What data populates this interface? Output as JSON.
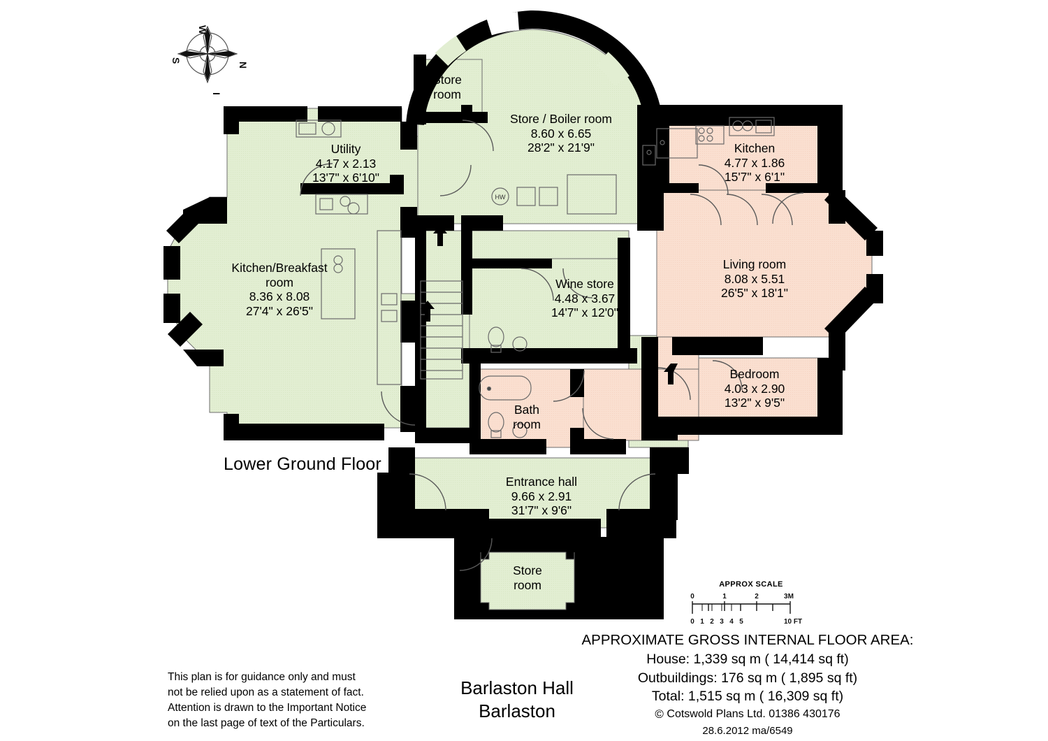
{
  "document": {
    "floor_title": "Lower Ground Floor",
    "property_name": "Barlaston Hall",
    "property_location": "Barlaston"
  },
  "compass": {
    "north": "N",
    "south": "S",
    "east": "E",
    "west": "W"
  },
  "colors": {
    "wall": "#000000",
    "room_fill_green": "#e2eed2",
    "room_fill_pink": "#fadfd0",
    "outline": "#4d4d4d",
    "text": "#000000"
  },
  "rooms": [
    {
      "id": "store-room-upper",
      "name": "Store",
      "name2": "room",
      "metric": "",
      "imperial": "",
      "fill": "green"
    },
    {
      "id": "store-boiler-room",
      "name": "Store / Boiler room",
      "metric": "8.60 x 6.65",
      "imperial": "28'2\" x 21'9\"",
      "fill": "green"
    },
    {
      "id": "utility",
      "name": "Utility",
      "metric": "4.17 x 2.13",
      "imperial": "13'7\" x 6'10\"",
      "fill": "green"
    },
    {
      "id": "kitchen-breakfast-room",
      "name": "Kitchen/Breakfast",
      "name2": "room",
      "metric": "8.36 x 8.08",
      "imperial": "27'4\" x 26'5\"",
      "fill": "green"
    },
    {
      "id": "wine-store",
      "name": "Wine store",
      "metric": "4.48 x 3.67",
      "imperial": "14'7\" x 12'0\"",
      "fill": "green"
    },
    {
      "id": "kitchen",
      "name": "Kitchen",
      "metric": "4.77 x 1.86",
      "imperial": "15'7\" x 6'1\"",
      "fill": "pink"
    },
    {
      "id": "living-room",
      "name": "Living room",
      "metric": "8.08 x 5.51",
      "imperial": "26'5\" x 18'1\"",
      "fill": "pink"
    },
    {
      "id": "bedroom",
      "name": "Bedroom",
      "metric": "4.03 x 2.90",
      "imperial": "13'2\" x 9'5\"",
      "fill": "pink"
    },
    {
      "id": "bath-room",
      "name": "Bath",
      "name2": "room",
      "metric": "",
      "imperial": "",
      "fill": "pink"
    },
    {
      "id": "entrance-hall",
      "name": "Entrance hall",
      "metric": "9.66 x 2.91",
      "imperial": "31'7\" x 9'6\"",
      "fill": "green"
    },
    {
      "id": "store-room-lower",
      "name": "Store",
      "name2": "room",
      "metric": "",
      "imperial": "",
      "fill": "green"
    }
  ],
  "fixtures": {
    "hot_water_label": "HW"
  },
  "scale": {
    "caption": "APPROX SCALE",
    "metric_ticks": [
      "0",
      "1",
      "2",
      "3M"
    ],
    "imperial_ticks": [
      "0",
      "1",
      "2",
      "3",
      "4",
      "5"
    ],
    "imperial_end": "10 FT"
  },
  "areas": {
    "heading": "APPROXIMATE GROSS INTERNAL FLOOR AREA:",
    "house": "House: 1,339 sq m ( 14,414 sq ft)",
    "outbuildings": "Outbuildings: 176 sq m ( 1,895 sq ft)",
    "total": "Total: 1,515 sq m ( 16,309 sq ft)",
    "copyright_symbol": "©",
    "copyright": "Cotswold Plans Ltd. 01386 430176",
    "reference": "28.6.2012 ma/6549"
  },
  "disclaimer": {
    "line1": "This plan is for guidance only and must",
    "line2": "not be relied upon as a statement of fact.",
    "line3": "Attention is drawn to the Important Notice",
    "line4": "on the last page of text of the Particulars."
  }
}
